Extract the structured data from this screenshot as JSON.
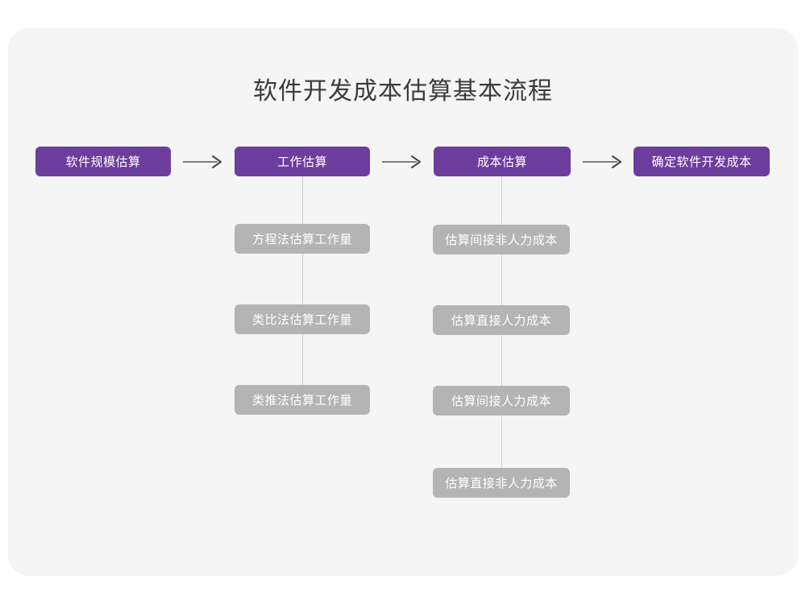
{
  "diagram": {
    "title": "软件开发成本估算基本流程",
    "colors": {
      "background": "#ffffff",
      "card": "#f5f5f5",
      "primary_node": "#6d3d9e",
      "secondary_node": "#b4b4b4",
      "title_text": "#3b3b3b",
      "node_text": "#ffffff",
      "connector": "#cfcfcf",
      "arrow": "#555555"
    },
    "main_flow": [
      {
        "id": "step-1",
        "label": "软件规模估算"
      },
      {
        "id": "step-2",
        "label": "工作估算"
      },
      {
        "id": "step-3",
        "label": "成本估算"
      },
      {
        "id": "step-4",
        "label": "确定软件开发成本"
      }
    ],
    "arrows": [
      {
        "id": "arrow-1",
        "glyph": "arrow-right-icon"
      },
      {
        "id": "arrow-2",
        "glyph": "arrow-right-icon"
      },
      {
        "id": "arrow-3",
        "glyph": "arrow-right-icon"
      }
    ],
    "branch_effort": {
      "parent": "工作估算",
      "items": [
        {
          "id": "effort-1",
          "label": "方程法估算工作量"
        },
        {
          "id": "effort-2",
          "label": "类比法估算工作量"
        },
        {
          "id": "effort-3",
          "label": "类推法估算工作量"
        }
      ]
    },
    "branch_cost": {
      "parent": "成本估算",
      "items": [
        {
          "id": "cost-1",
          "label": "估算间接非人力成本"
        },
        {
          "id": "cost-2",
          "label": "估算直接人力成本"
        },
        {
          "id": "cost-3",
          "label": "估算间接人力成本"
        },
        {
          "id": "cost-4",
          "label": "估算直接非人力成本"
        }
      ]
    }
  }
}
